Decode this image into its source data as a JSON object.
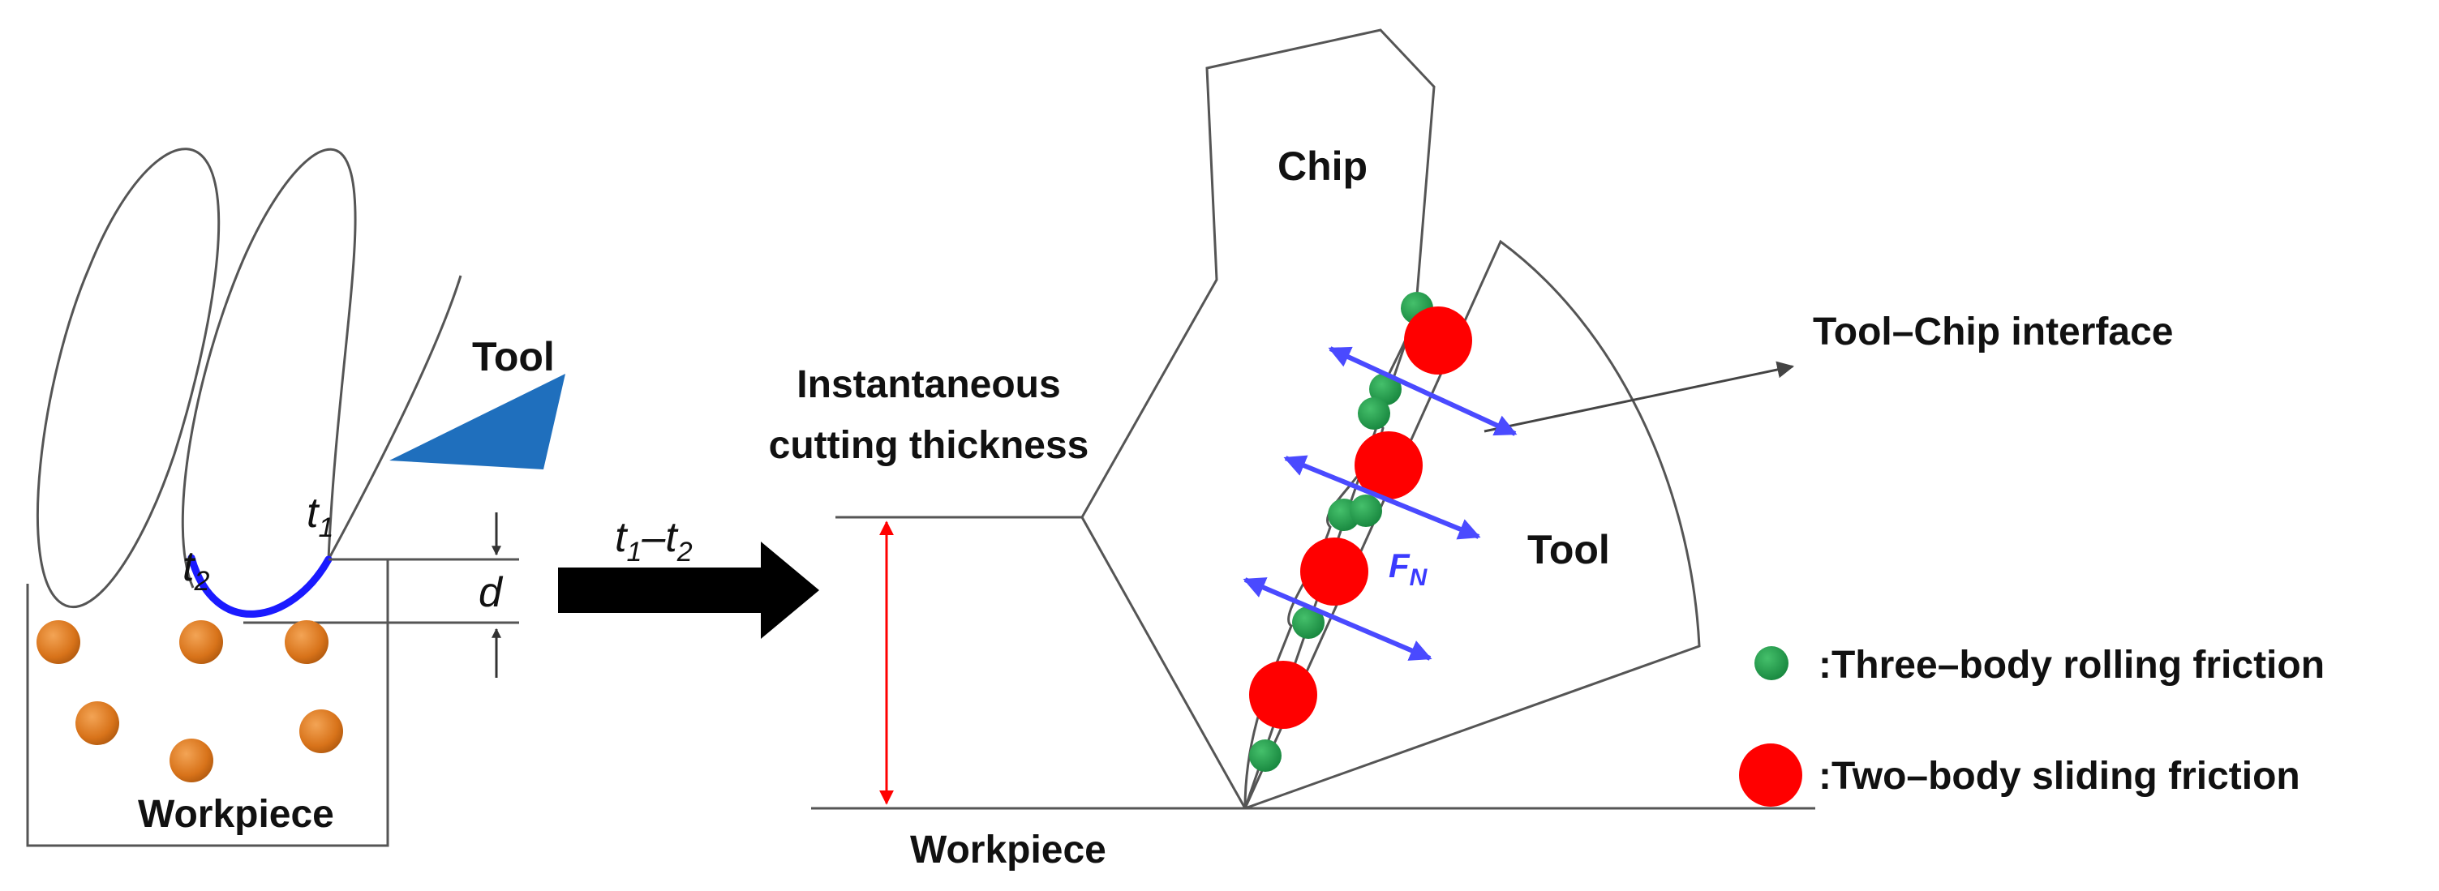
{
  "left_panel": {
    "tool_label": "Tool",
    "workpiece_label": "Workpiece",
    "t1_main": "t",
    "t1_sub": "1",
    "t2_main": "t",
    "t2_sub": "2",
    "depth_label": "d"
  },
  "transition": {
    "t_a": "t",
    "sub_a": "1",
    "dash": "–",
    "t_b": "t",
    "sub_b": "2"
  },
  "right_panel": {
    "chip_label": "Chip",
    "tool_label": "Tool",
    "workpiece_label": "Workpiece",
    "cutting_thickness_line1": "Instantaneous",
    "cutting_thickness_line2": "cutting thickness",
    "interface_label": "Tool–Chip interface",
    "force_main": "F",
    "force_sub": "N"
  },
  "legend": {
    "items": [
      {
        "symbol": "green-dot",
        "label": ":Three–body rolling friction"
      },
      {
        "symbol": "red-dot",
        "label": ":Two–body sliding friction"
      }
    ]
  },
  "colors": {
    "tool_blue": "#1f6fbd",
    "path_blue": "#1a1aff",
    "particle_orange": "#d8731a",
    "rolling_green": "#1f9a4a",
    "sliding_red": "#ff0000",
    "force_arrow": "#4a4aff",
    "thickness_arrow": "#ff0000",
    "outline": "#555555"
  }
}
